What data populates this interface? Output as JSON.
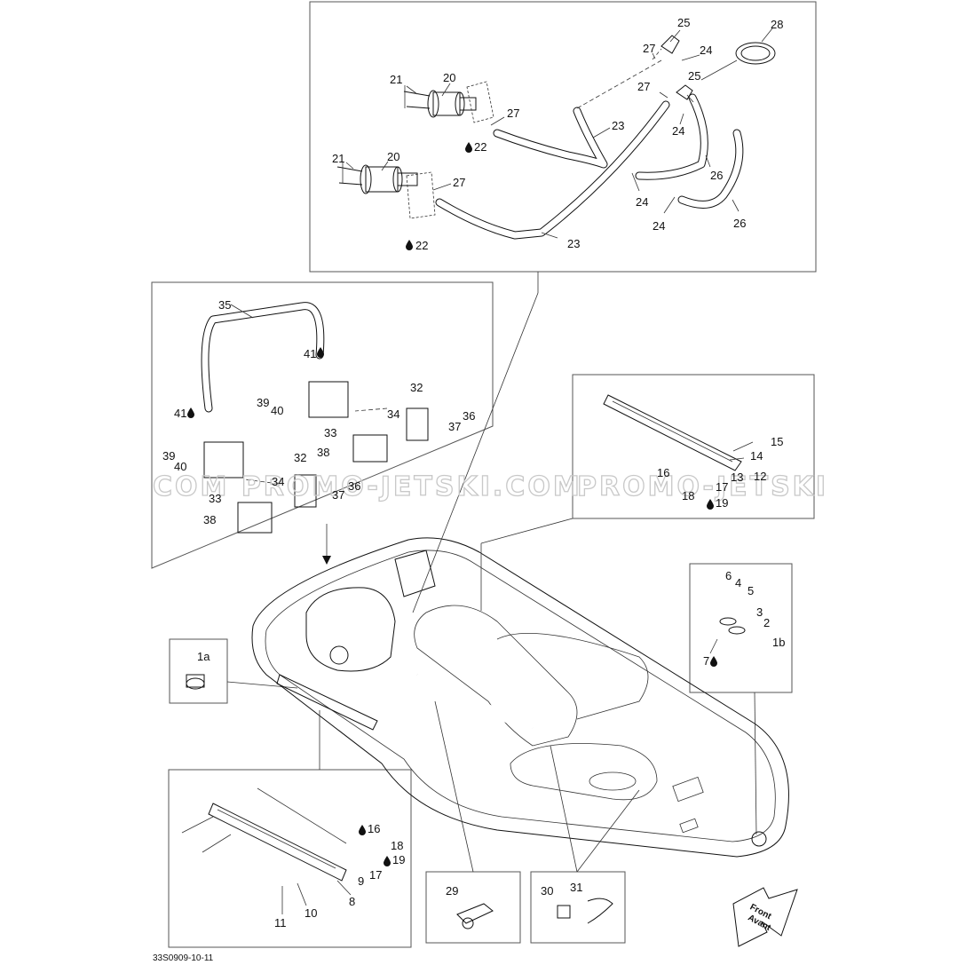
{
  "watermark": {
    "left": "COM  PROMO-JETSKI.COM",
    "right": "PROMO-JETSKI"
  },
  "drawing_code": "33S0909-10-11",
  "front_arrow": {
    "line1": "Front",
    "line2": "Avant"
  },
  "drop_icon": "oil-drop-icon",
  "callouts": {
    "c1a": "1a",
    "c1b": "1b",
    "c2": "2",
    "c3": "3",
    "c4": "4",
    "c5": "5",
    "c6": "6",
    "c7": "7",
    "c8": "8",
    "c9": "9",
    "c10": "10",
    "c11": "11",
    "c12": "12",
    "c13": "13",
    "c14": "14",
    "c15": "15",
    "c16": "16",
    "c16b": "16",
    "c17": "17",
    "c17b": "17",
    "c18": "18",
    "c18b": "18",
    "c19": "19",
    "c19b": "19",
    "c20": "20",
    "c20b": "20",
    "c21": "21",
    "c21b": "21",
    "c22": "22",
    "c22b": "22",
    "c23": "23",
    "c23b": "23",
    "c24": "24",
    "c24b": "24",
    "c24c": "24",
    "c24d": "24",
    "c25": "25",
    "c25b": "25",
    "c26": "26",
    "c26b": "26",
    "c27": "27",
    "c27b": "27",
    "c27c": "27",
    "c27d": "27",
    "c28": "28",
    "c29": "29",
    "c30": "30",
    "c31": "31",
    "c32": "32",
    "c32b": "32",
    "c33": "33",
    "c33b": "33",
    "c34": "34",
    "c34b": "34",
    "c35": "35",
    "c36": "36",
    "c36b": "36",
    "c37": "37",
    "c37b": "37",
    "c38": "38",
    "c38b": "38",
    "c39": "39",
    "c39b": "39",
    "c40": "40",
    "c40b": "40",
    "c41": "41",
    "c41b": "41"
  }
}
